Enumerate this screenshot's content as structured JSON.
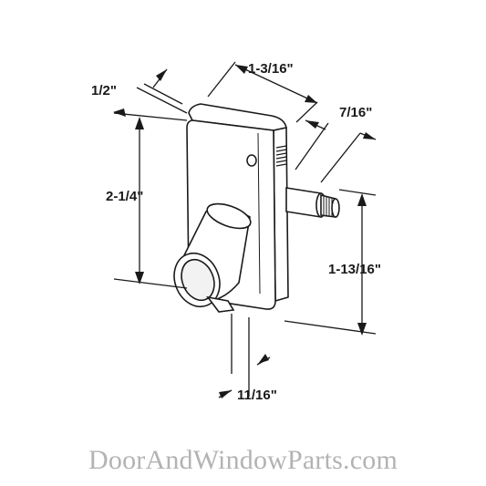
{
  "dimensions": {
    "top_depth": "1/2\"",
    "top_width": "1-3/16\"",
    "stem_length": "7/16\"",
    "overall_height": "2-1/4\"",
    "stem_to_bottom": "1-13/16\"",
    "post_offset": "11/16\""
  },
  "watermark": "DoorAndWindowParts.com",
  "colors": {
    "line": "#1a1a1a",
    "body_fill": "#ffffff",
    "watermark": "#b3b3b3"
  }
}
